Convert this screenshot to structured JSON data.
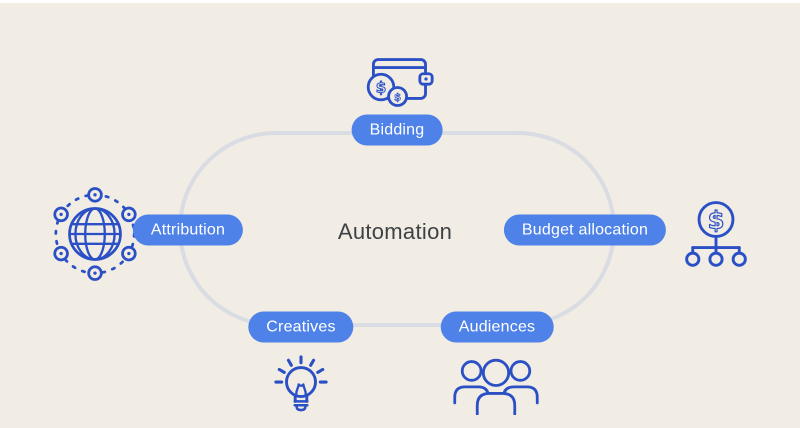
{
  "colors": {
    "background": "#f1ece4",
    "pill": "#4f82e8",
    "pill_text": "#ffffff",
    "icon_stroke": "#2b50c6",
    "ring": "#dadce3",
    "center_text": "#3f4245",
    "top_strip": "#ffffff"
  },
  "diagram": {
    "center_label": "Automation",
    "shape": "rounded-loop",
    "nodes": [
      {
        "label": "Bidding",
        "icon": "wallet-coins-icon",
        "position": "top"
      },
      {
        "label": "Attribution",
        "icon": "globe-network-icon",
        "position": "left"
      },
      {
        "label": "Budget allocation",
        "icon": "dollar-hierarchy-icon",
        "position": "right"
      },
      {
        "label": "Creatives",
        "icon": "lightbulb-icon",
        "position": "bottom-left"
      },
      {
        "label": "Audiences",
        "icon": "people-group-icon",
        "position": "bottom-right"
      }
    ]
  }
}
